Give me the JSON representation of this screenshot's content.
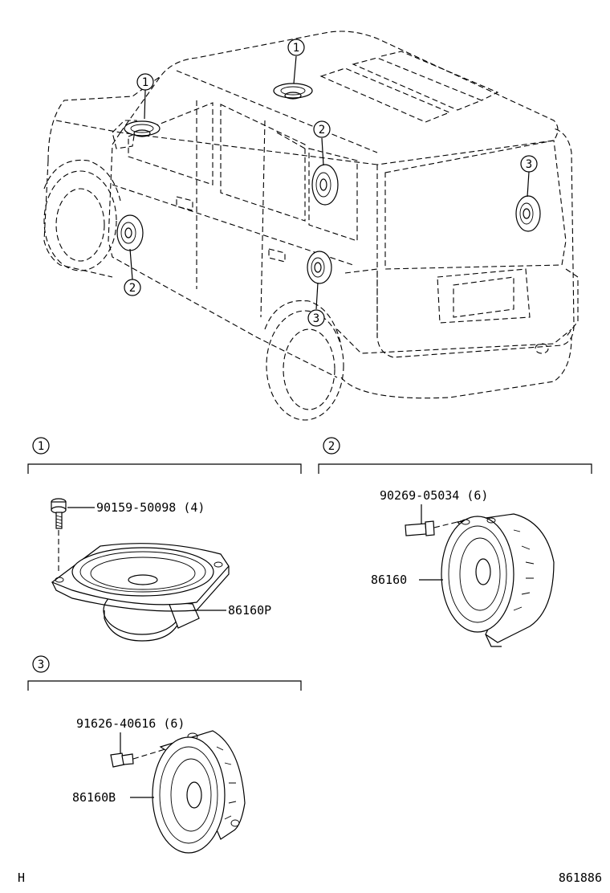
{
  "vehicle_callouts": {
    "roof_front_left": "1",
    "roof_center": "1",
    "front_door_left": "2",
    "rear_door_side": "2",
    "rear_door_lower": "3",
    "back_door": "3"
  },
  "sections": {
    "s1": {
      "number": "1",
      "bolt_part": "90159-50098 (4)",
      "speaker_part": "86160P"
    },
    "s2": {
      "number": "2",
      "screw_part": "90269-05034 (6)",
      "speaker_part": "86160"
    },
    "s3": {
      "number": "3",
      "bolt_part": "91626-40616 (6)",
      "speaker_part": "86160B"
    }
  },
  "footer": {
    "left_code": "H",
    "diagram_id": "861886"
  }
}
